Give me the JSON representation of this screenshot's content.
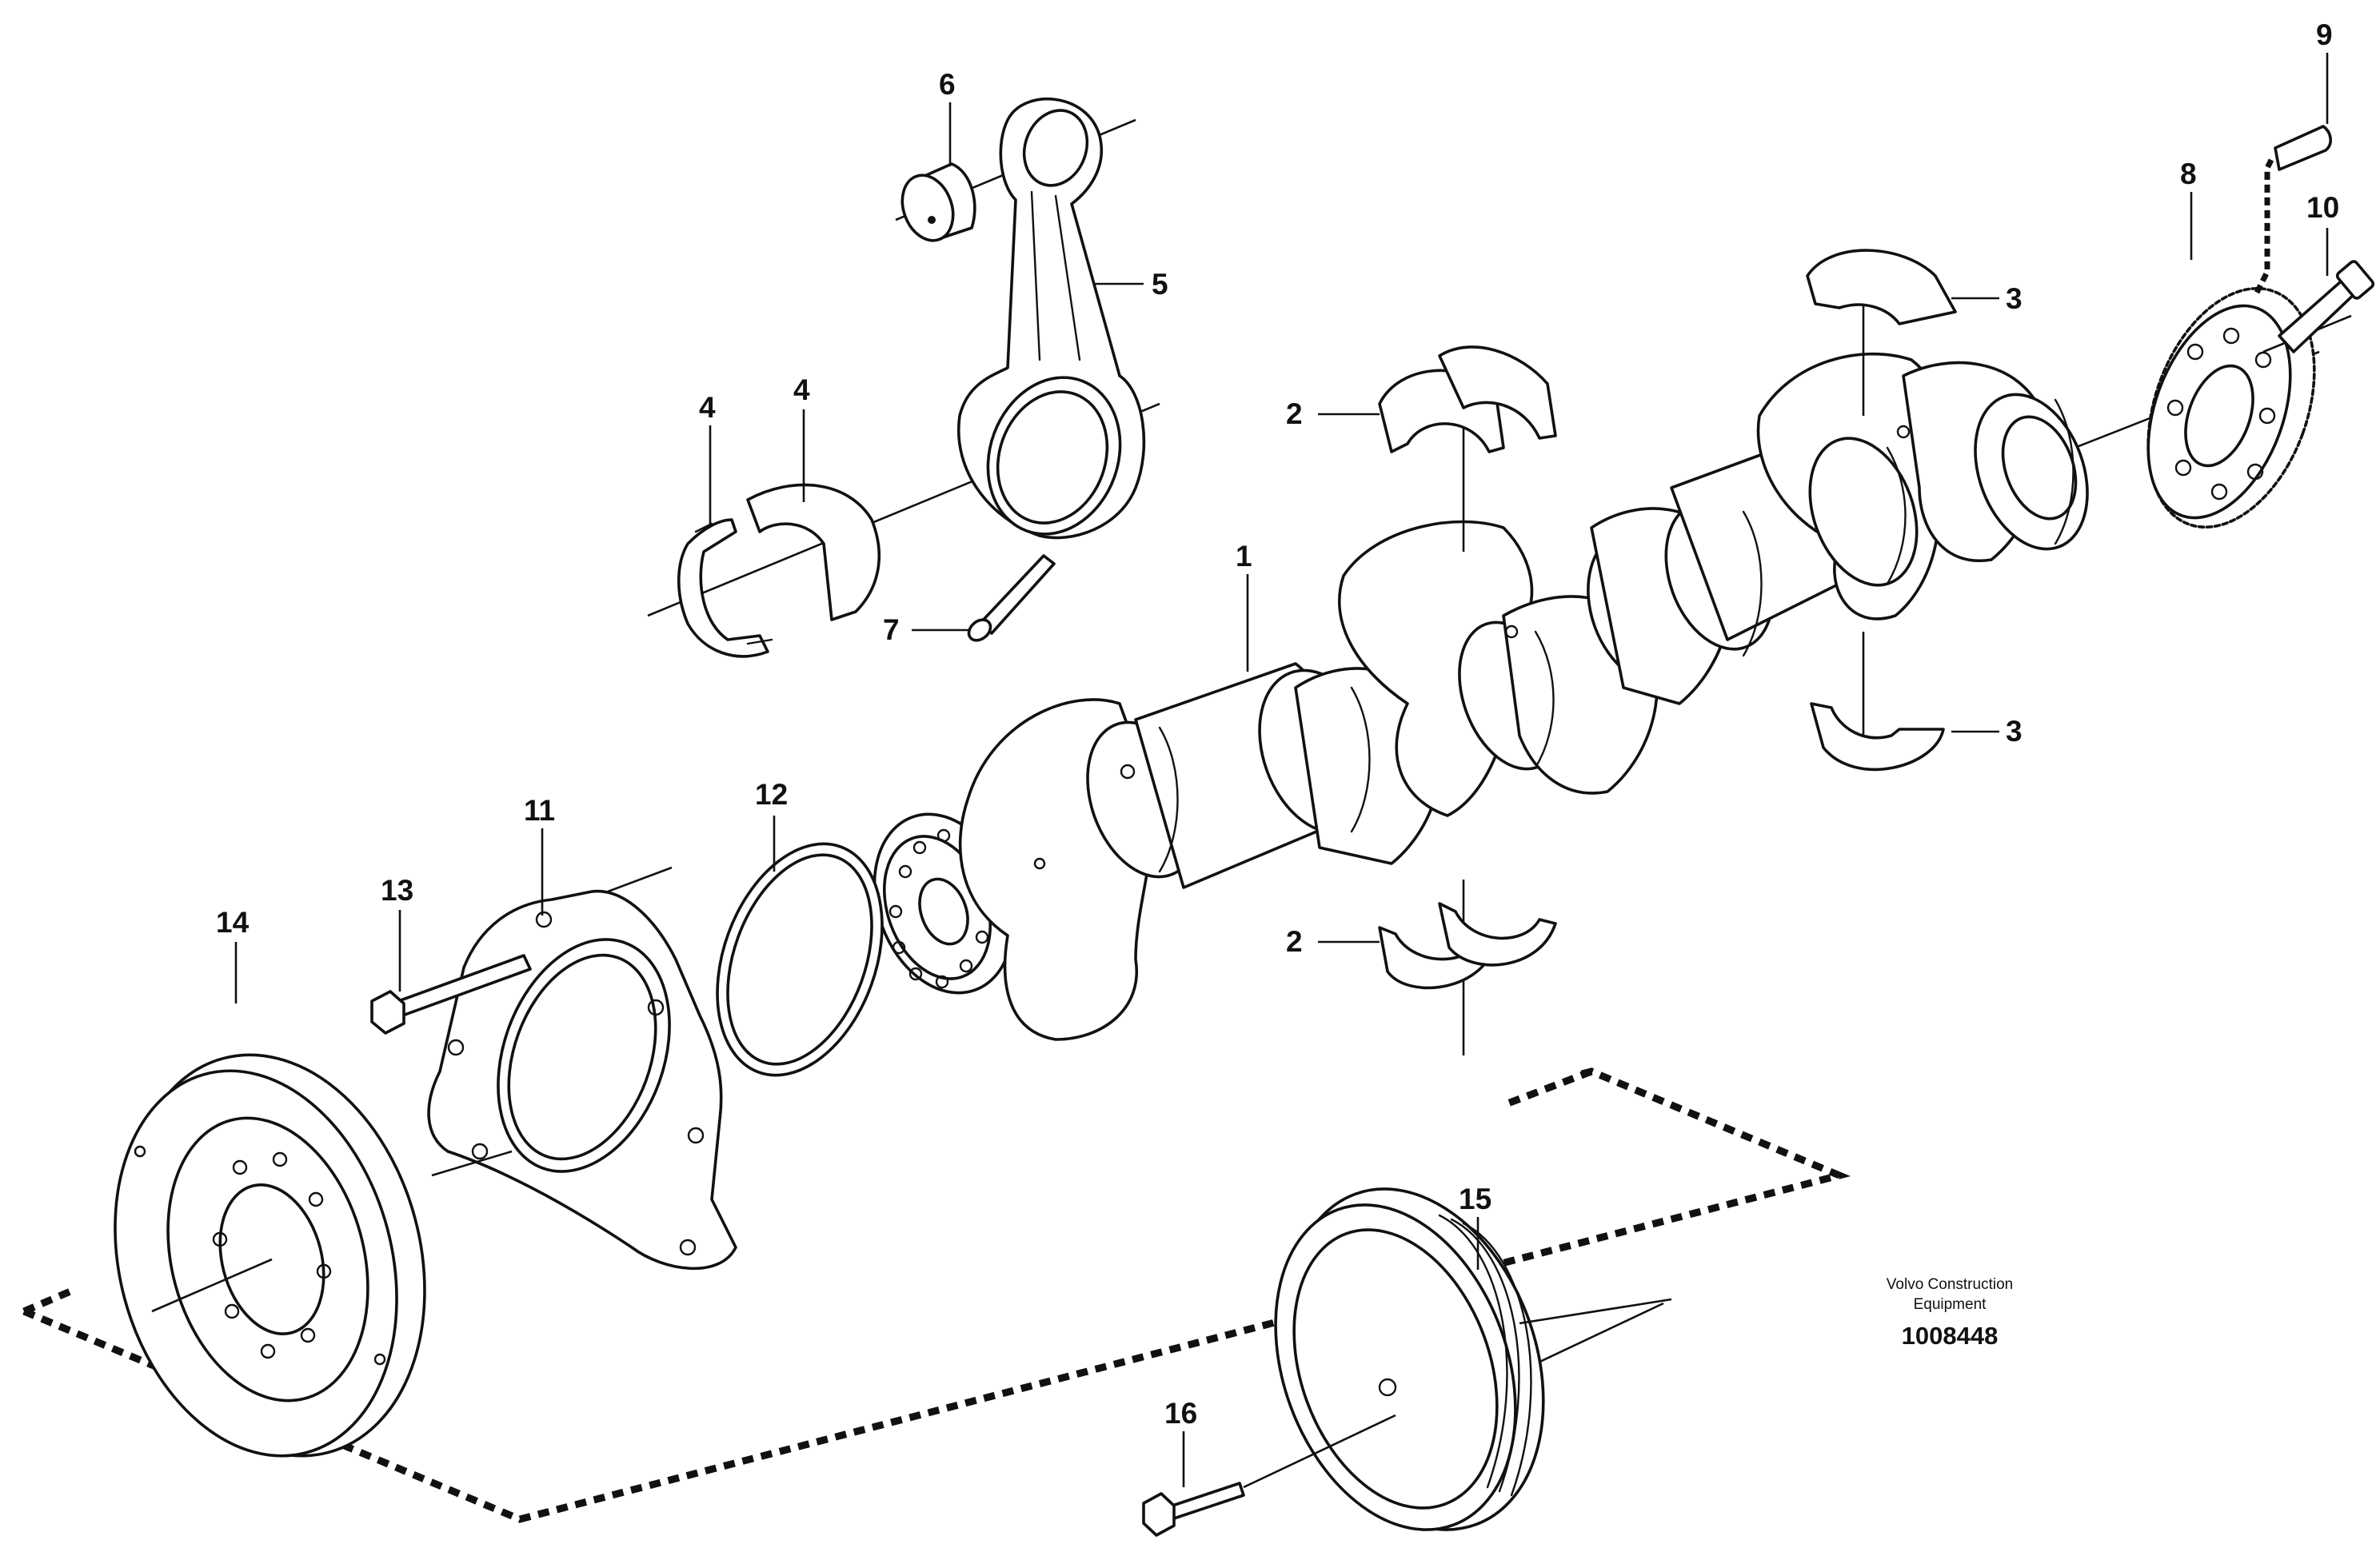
{
  "callouts": {
    "c1": "1",
    "c2a": "2",
    "c2b": "2",
    "c3a": "3",
    "c3b": "3",
    "c4a": "4",
    "c4b": "4",
    "c5": "5",
    "c6": "6",
    "c7": "7",
    "c8": "8",
    "c9": "9",
    "c10": "10",
    "c11": "11",
    "c12": "12",
    "c13": "13",
    "c14": "14",
    "c15": "15",
    "c16": "16"
  },
  "caption": {
    "line1": "Volvo Construction",
    "line2": "Equipment",
    "number": "1008448"
  }
}
